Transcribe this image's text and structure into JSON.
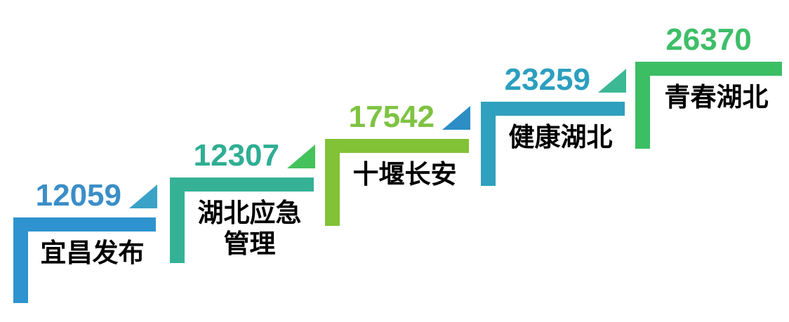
{
  "page": {
    "background": "#ffffff"
  },
  "chart_data": {
    "type": "bar",
    "variant": "ascending-staircase-infographic",
    "title": "",
    "xlabel": "",
    "ylabel": "",
    "legend": false,
    "grid": false,
    "categories": [
      "宜昌发布",
      "湖北应急管理",
      "十堰长安",
      "健康湖北",
      "青春湖北"
    ],
    "values": [
      12059,
      12307,
      17542,
      23259,
      26370
    ],
    "order": "ascending left-to-right, each step raised above the previous"
  },
  "steps": [
    {
      "value": "12059",
      "label_line1": "宜昌发布",
      "label_line2": "",
      "bracket_color": "#2E93CE",
      "number_color": "#3B8EC7",
      "triangle_color": "#3AA2C6"
    },
    {
      "value": "12307",
      "label_line1": "湖北应急",
      "label_line2": "管理",
      "bracket_color": "#35B296",
      "number_color": "#2FAE93",
      "triangle_color": "#45C25C"
    },
    {
      "value": "17542",
      "label_line1": "十堰长安",
      "label_line2": "",
      "bracket_color": "#82C236",
      "number_color": "#7EC342",
      "triangle_color": "#2C8EC5"
    },
    {
      "value": "23259",
      "label_line1": "健康湖北",
      "label_line2": "",
      "bracket_color": "#2FA0BE",
      "number_color": "#2C9FBE",
      "triangle_color": "#3CB895"
    },
    {
      "value": "26370",
      "label_line1": "青春湖北",
      "label_line2": "",
      "bracket_color": "#3CBE64",
      "number_color": "#3EBE68",
      "triangle_color": null
    }
  ]
}
